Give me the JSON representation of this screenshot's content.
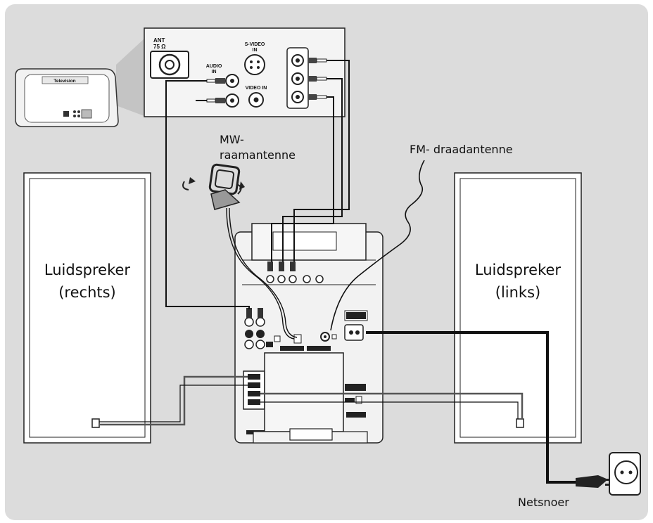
{
  "labels": {
    "mw_antenna_line1": "MW-",
    "mw_antenna_line2": "raamantenne",
    "fm_antenna": "FM- draadantenne",
    "speaker_right_line1": "Luidspreker",
    "speaker_right_line2": "(rechts)",
    "speaker_left_line1": "Luidspreker",
    "speaker_left_line2": "(links)",
    "power_cord": "Netsnoer"
  },
  "tv": {
    "label": "Television"
  },
  "tv_panel": {
    "ant_label": "ANT",
    "ant_ohm": "75 Ω",
    "audio_in_label_1": "AUDIO",
    "audio_in_label_2": "IN",
    "svideo_label_1": "S-VIDEO",
    "svideo_label_2": "IN",
    "video_in_label": "VIDEO IN"
  },
  "colors": {
    "background_panel": "#dcdcdc",
    "white_box": "#ffffff",
    "line": "#111111"
  }
}
